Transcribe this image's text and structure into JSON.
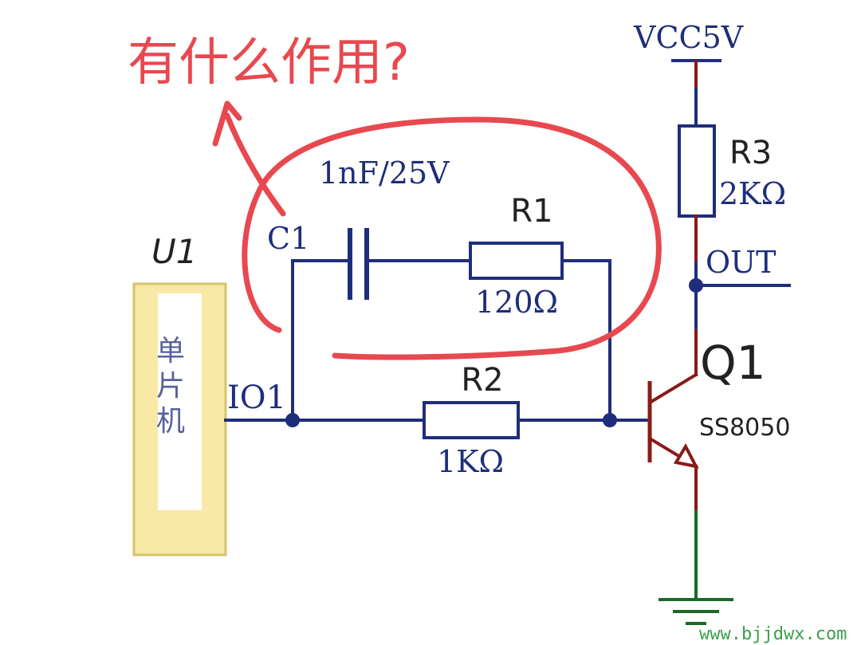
{
  "annotation": {
    "question": "有什么作用?"
  },
  "labels": {
    "u1": "U1",
    "mcu": [
      "单",
      "片",
      "机"
    ],
    "io1": "IO1",
    "c1": "C1",
    "c1_value": "1nF/25V",
    "r1": "R1",
    "r1_value": "120Ω",
    "r2": "R2",
    "r2_value": "1KΩ",
    "r3": "R3",
    "r3_value": "2KΩ",
    "vcc": "VCC5V",
    "out": "OUT",
    "q1": "Q1",
    "q1_part": "SS8050"
  },
  "watermark": "www.bjjdwx.com",
  "colors": {
    "wire": "#1f2e7a",
    "annotation_ink": "#e8484f",
    "mcu_box_fill": "#f8e9a6",
    "mcu_box_border": "#d6c36b",
    "watermark": "#3a9f4a"
  }
}
